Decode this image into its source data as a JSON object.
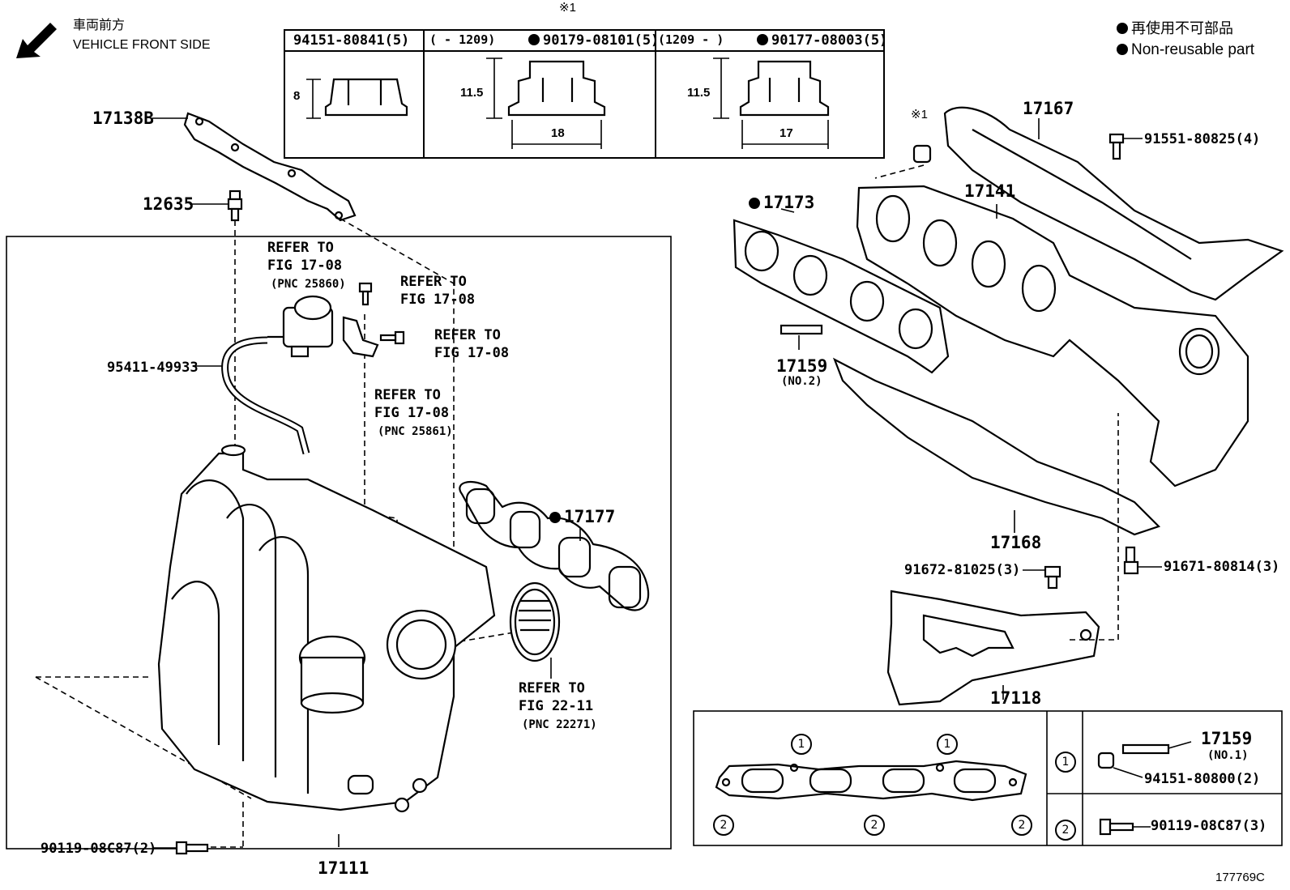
{
  "header": {
    "direction_jp": "車両前方",
    "direction_en": "VEHICLE FRONT SIDE",
    "legend_jp": "再使用不可部品",
    "legend_en": "Non-reusable part",
    "note_mark": "※1"
  },
  "nut_table": {
    "col1_part": "94151-80841(5)",
    "col2_range": "(     - 1209)",
    "col2_part": "90179-08101(5)",
    "col3_range": "(1209 -     )",
    "col3_part": "90177-08003(5)",
    "dim_height_1": "8",
    "dim_height_2": "11.5",
    "dim_width_2": "18",
    "dim_height_3": "11.5",
    "dim_width_3": "17"
  },
  "labels": {
    "p17138B": "17138B",
    "p12635": "12635",
    "refer_a_1": "REFER TO",
    "refer_a_2": "FIG 17-08",
    "refer_a_3": "(PNC 25860)",
    "refer_b_1": "REFER TO",
    "refer_b_2": "FIG 17-08",
    "refer_c_1": "REFER TO",
    "refer_c_2": "FIG 17-08",
    "refer_d_1": "REFER TO",
    "refer_d_2": "FIG 17-08",
    "refer_d_3": "(PNC 25861)",
    "p95411": "95411-49933",
    "p17177": "17177",
    "refer_e_1": "REFER TO",
    "refer_e_2": "FIG 22-11",
    "refer_e_3": "(PNC 22271)",
    "p90119_left": "90119-08C87(2)",
    "p17111": "17111",
    "note_mark_2": "※1",
    "p17167": "17167",
    "p91551": "91551-80825(4)",
    "p17173": "17173",
    "p17141": "17141",
    "p17159": "17159",
    "p17159_sub": "(NO.2)",
    "p17168": "17168",
    "p91672": "91672-81025(3)",
    "p91671": "91671-80814(3)",
    "p17118": "17118",
    "figure_id": "177769C"
  },
  "gasket_table": {
    "c1": "1",
    "c2": "2",
    "row1_part_a": "17159",
    "row1_part_a_sub": "(NO.1)",
    "row1_part_b": "94151-80800(2)",
    "row2_part": "90119-08C87(3)"
  }
}
